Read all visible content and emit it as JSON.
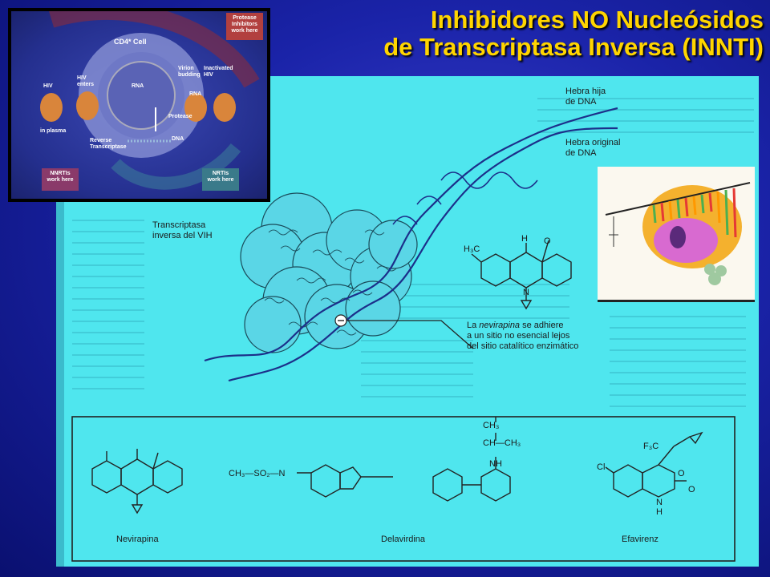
{
  "title": {
    "line1": "Inhibidores  NO Nucleósidos",
    "line2": "de Transcriptasa  Inversa  (INNTI)"
  },
  "figure": {
    "daughter_strand": "Hebra hija\nde DNA",
    "original_strand": "Hebra original\nde DNA",
    "rt_label": "Transcriptasa\ninversa del VIH",
    "nevirapine_caption": [
      {
        "text": "La ",
        "italic": false
      },
      {
        "text": "nevirapina",
        "italic": true
      },
      {
        "text": " se adhiere\na un sitio no esencial lejos\ndel sitio catalítico enzimático",
        "italic": false
      }
    ],
    "methyl_label": "H₃C",
    "cmp_h": "H",
    "cmp_o": "O",
    "cmp_n": "N",
    "drugs": [
      {
        "name": "Nevirapina"
      },
      {
        "name": "Delavirdina"
      },
      {
        "name": "Efavirenz"
      }
    ],
    "delavirdine_chain": [
      "CH₃",
      "CH—CH₃",
      "CH₃—SO₂—N",
      "NH"
    ],
    "efavirenz_labels": [
      "Cl",
      "F₃C",
      "O",
      "O",
      "N",
      "H"
    ]
  },
  "cd4_inset": {
    "cell_title": "CD4* Cell",
    "labels": {
      "hiv": "HIV",
      "in_plasma": "in plasma",
      "hiv_enters": "HIV\nenters",
      "rna": "RNA",
      "dna": "DNA",
      "reverse_transcriptase": "Reverse\nTranscriptase",
      "virion_budding": "Virion\nbudding",
      "inactivated_hiv": "Inactivated\nHIV",
      "rna_right": "RNA",
      "protease": "Protease"
    },
    "boxes": {
      "protease_inhibitors": "Protease\nInhibitors\nwork here",
      "nnrtis": "NNRTIs\nwork here",
      "nrtis": "NRTIs\nwork here"
    }
  },
  "colors": {
    "title": "#ffd500",
    "figure_bg": "#4fe6ee",
    "slide_bg": "#1a23a8"
  }
}
